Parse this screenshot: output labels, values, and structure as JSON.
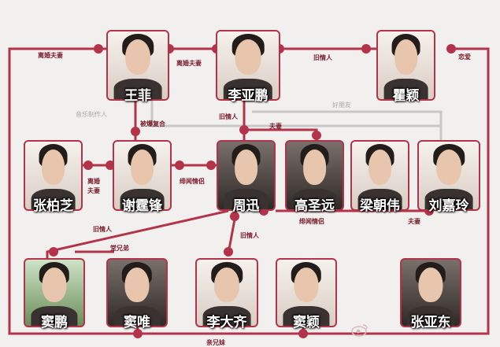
{
  "people": {
    "wangfei": "王菲",
    "liyapeng": "李亚鹏",
    "quying": "瞿颖",
    "zhangbozhi": "张柏芝",
    "xietingfeng": "谢霆锋",
    "zhouxun": "周迅",
    "gaoshengyuan": "高圣远",
    "liangchaowei": "梁朝伟",
    "liujialing": "刘嘉玲",
    "doupeng": "窦鹏",
    "douwei": "窦唯",
    "lidaqi": "李大齐",
    "douying": "窦颖",
    "zhangyadong": "张亚东"
  },
  "relations": {
    "divorced_top": "离婚夫妻",
    "divorced_mid": "离婚夫妻",
    "ex_lover_top": "旧情人",
    "lovers": "恋爱",
    "music_producer": "音乐制作人",
    "good_friends": "好朋友",
    "reunited": "被爆复合",
    "ex_lover_mid": "旧情人",
    "married_mid": "夫妻",
    "divorced_left_1": "离婚",
    "divorced_left_2": "夫妻",
    "rumor_1": "绯闻情侣",
    "rumor_2": "绯闻情侣",
    "married_right": "夫妻",
    "ex_lover_left": "旧情人",
    "ex_lover_low": "旧情人",
    "cousins": "堂兄弟",
    "siblings": "亲兄妹"
  },
  "colors": {
    "line": "#b3344a",
    "faint_line": "#c8c8c8",
    "background": "#f2f0ee"
  },
  "icons": {
    "watermark": "weibo-icon"
  }
}
